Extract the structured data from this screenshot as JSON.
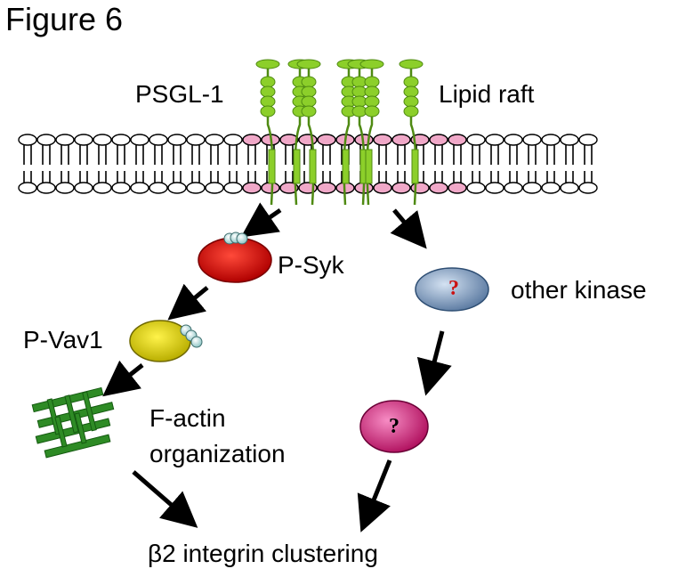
{
  "figure_title": "Figure 6",
  "labels": {
    "psgl1": "PSGL-1",
    "lipid_raft": "Lipid raft",
    "psyk": "P-Syk",
    "other_kinase": "other kinase",
    "pvav1": "P-Vav1",
    "factin_line1": "F-actin",
    "factin_line2": "organization",
    "integrin": "β2 integrin clustering",
    "unknown_1": "?",
    "unknown_2": "?"
  },
  "colors": {
    "membrane_lipid": "#ffffff",
    "raft_lipid": "#f0a8c8",
    "psgl1_green": "#8ccf2a",
    "psgl1_dark": "#4f8a12",
    "psyk": "#dd1111",
    "pvav1": "#e8de10",
    "other_kinase": "#7f9bbd",
    "unknown_kinase": "#d9167a",
    "phosphate": "#b8e0e0",
    "factin": "#2e8b25",
    "arrow": "#000000"
  }
}
